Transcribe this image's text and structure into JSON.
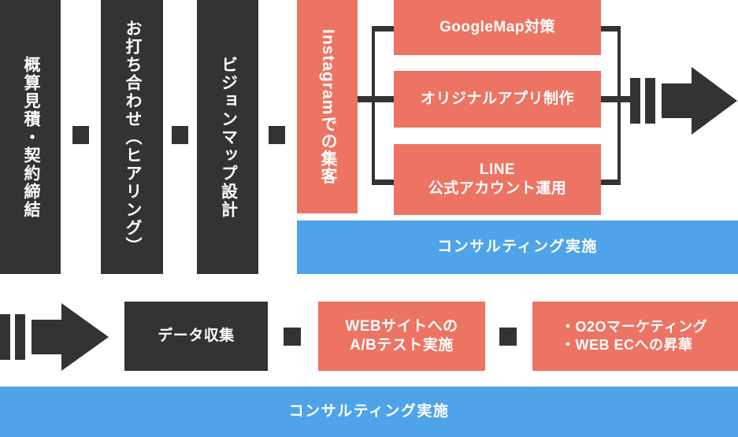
{
  "diagram": {
    "title": "",
    "colors": {
      "dark": "#333333",
      "pink": "#ED7463",
      "blue": "#4FA3E8",
      "white": "#FFFFFF"
    }
  },
  "top_row": {
    "steps": [
      {
        "id": "step-1",
        "label": "概算見積・契約締結",
        "orientation": "vertical"
      },
      {
        "id": "step-2",
        "label": "お打ち合わせ（ヒアリング）",
        "orientation": "vertical"
      },
      {
        "id": "step-3",
        "label": "ビジョンマップ設計",
        "orientation": "vertical"
      },
      {
        "id": "step-4",
        "label": "Instagramでの集客",
        "orientation": "vertical-latin"
      }
    ],
    "connectors": [
      "square",
      "square",
      "square"
    ]
  },
  "services": {
    "items": [
      {
        "id": "service-googlemap",
        "label": "GoogleMap対策"
      },
      {
        "id": "service-original-app",
        "label": "オリジナルアプリ制作"
      },
      {
        "id": "service-line",
        "line1": "LINE",
        "line2": "公式アカウント運用"
      }
    ]
  },
  "banners": {
    "top": {
      "label": "コンサルティング実施"
    },
    "bottom": {
      "label": "コンサルティング実施"
    }
  },
  "bottom_row": {
    "steps": [
      {
        "id": "step-data-collection",
        "label": "データ収集"
      },
      {
        "id": "step-ab-test",
        "line1": "WEBサイトへの",
        "line2": "A/Bテスト実施"
      },
      {
        "id": "step-next",
        "line1": "・O2Oマーケティング",
        "line2": "・WEB ECへの昇華"
      }
    ],
    "connectors": [
      "square",
      "square"
    ]
  },
  "arrows": {
    "top_right": {
      "name": "flow-arrow-right"
    },
    "bottom_left": {
      "name": "flow-arrow-continue"
    }
  }
}
